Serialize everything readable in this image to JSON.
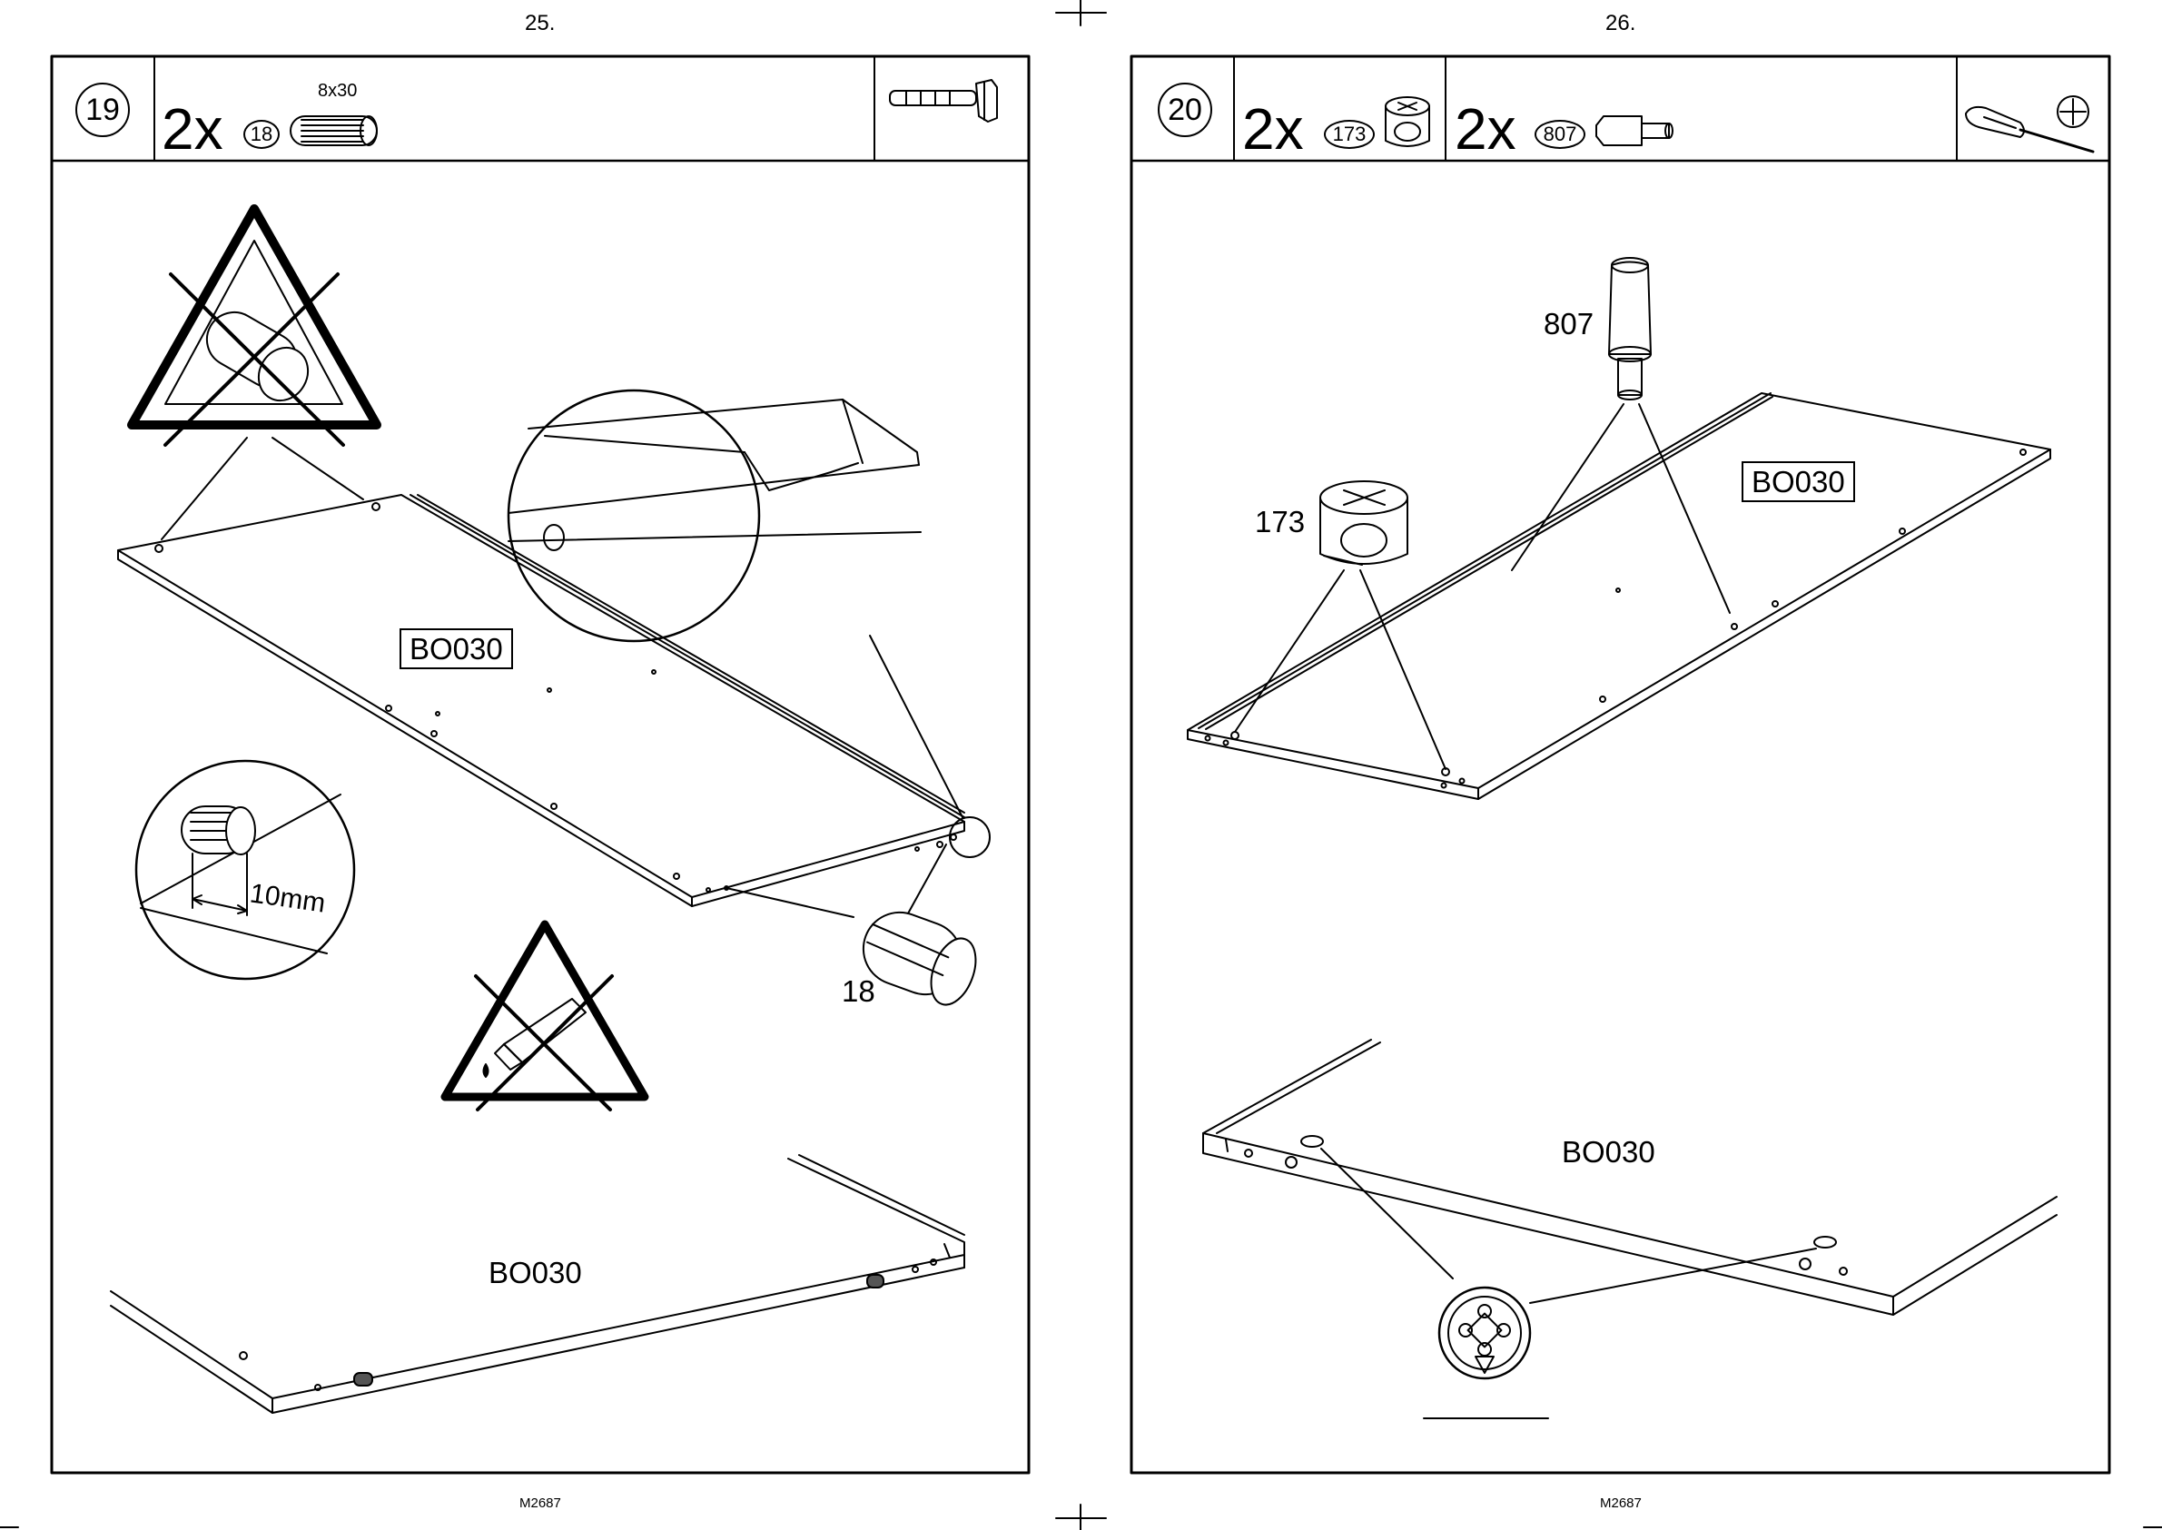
{
  "pages": [
    {
      "page_number": "25.",
      "footer": "M2687",
      "step": {
        "number": "19",
        "quantity": "2x",
        "part_id": "18",
        "part_size": "8x30",
        "tool_icon": "hammer-icon"
      },
      "labels": {
        "panel_top": "BO030",
        "panel_bottom": "BO030",
        "dowel": "18",
        "depth": "10mm"
      },
      "warnings": [
        "no-dowel-warning-icon",
        "no-glue-warning-icon"
      ]
    },
    {
      "page_number": "26.",
      "footer": "M2687",
      "step": {
        "number": "20",
        "quantity_a": "2x",
        "part_a_id": "173",
        "quantity_b": "2x",
        "part_b_id": "807",
        "tool_icon": "screwdriver-icon"
      },
      "labels": {
        "pin": "807",
        "cam": "173",
        "panel_top": "BO030",
        "panel_bottom": "BO030"
      }
    }
  ]
}
